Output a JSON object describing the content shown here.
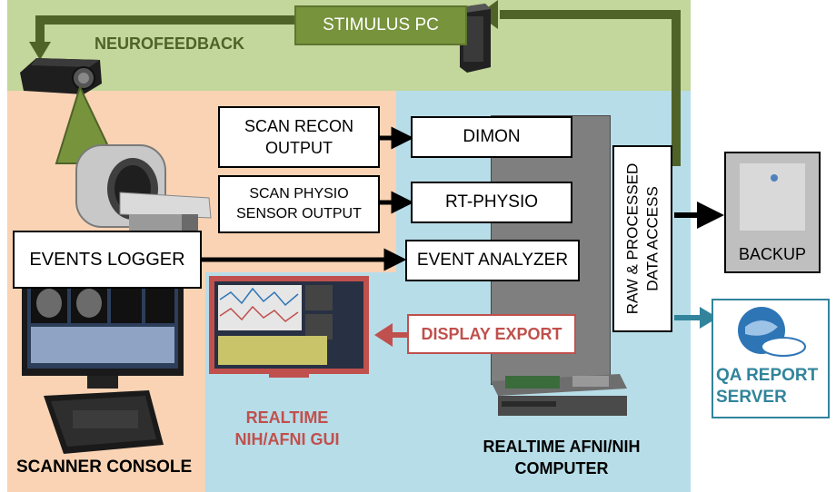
{
  "regions": {
    "neurofeedback_label": "NEUROFEEDBACK",
    "scanner_console_label": "SCANNER CONSOLE",
    "realtime_computer_label": "REALTIME AFNI/NIH COMPUTER",
    "nih_gui_label": "REALTIME NIH/AFNI GUI"
  },
  "nodes": {
    "stimulus_pc": "STIMULUS PC",
    "scan_recon": [
      "SCAN RECON",
      "OUTPUT"
    ],
    "scan_physio": [
      "SCAN PHYSIO",
      "SENSOR OUTPUT"
    ],
    "events_logger": "EVENTS LOGGER",
    "dimon": "DIMON",
    "rt_physio": "RT-PHYSIO",
    "event_analyzer": "EVENT ANALYZER",
    "display_export": "DISPLAY EXPORT",
    "data_access": [
      "RAW & PROCESSED",
      "DATA ACCESS"
    ],
    "backup": "BACKUP",
    "qa_server": [
      "QA REPORT",
      "SERVER"
    ]
  },
  "colors": {
    "green_band": "#c3d69b",
    "green_box": "#77933c",
    "green_text": "#4f6228",
    "orange": "#f9d3b4",
    "blue": "#b7dde8",
    "dark_gray": "#7f7f7f",
    "red": "#c0504d",
    "teal": "#31849b"
  }
}
